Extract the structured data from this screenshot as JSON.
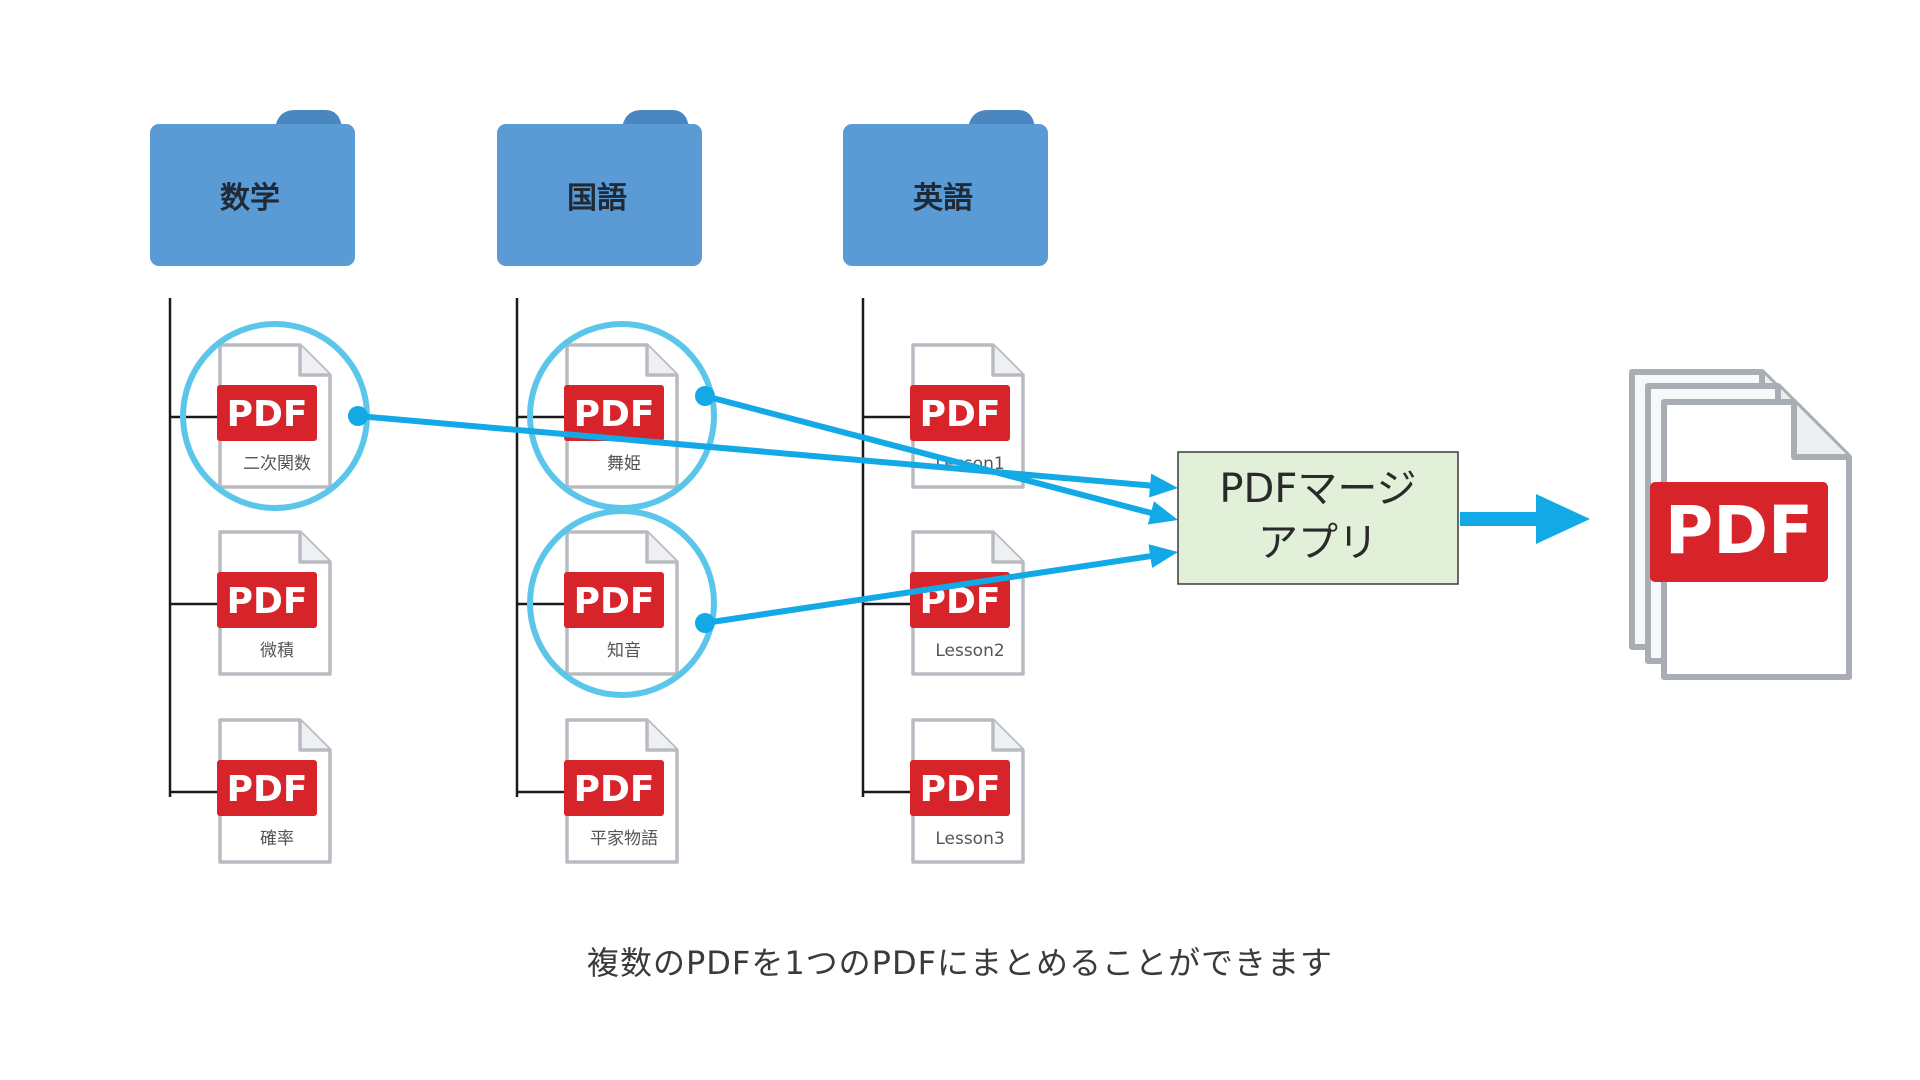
{
  "folders": [
    {
      "label": "数学",
      "files": [
        "二次関数",
        "微積",
        "確率"
      ]
    },
    {
      "label": "国語",
      "files": [
        "舞姫",
        "知音",
        "平家物語"
      ]
    },
    {
      "label": "英語",
      "files": [
        "Lesson1",
        "Lesson2",
        "Lesson3"
      ]
    }
  ],
  "pdf_badge": "PDF",
  "selected_files": [
    "二次関数",
    "舞姫",
    "知音"
  ],
  "merge_app": {
    "line1": "PDFマージ",
    "line2": "アプリ"
  },
  "output_badge": "PDF",
  "caption": "複数のPDFを1つのPDFにまとめることができます",
  "colors": {
    "folder": "#5b9bd5",
    "folder_tab": "#4a86bf",
    "pdf_red": "#d7242b",
    "file_border": "#b8bcc2",
    "highlight": "#5bc6ea",
    "arrow": "#12a9e6",
    "app_bg": "#e2efd9"
  }
}
